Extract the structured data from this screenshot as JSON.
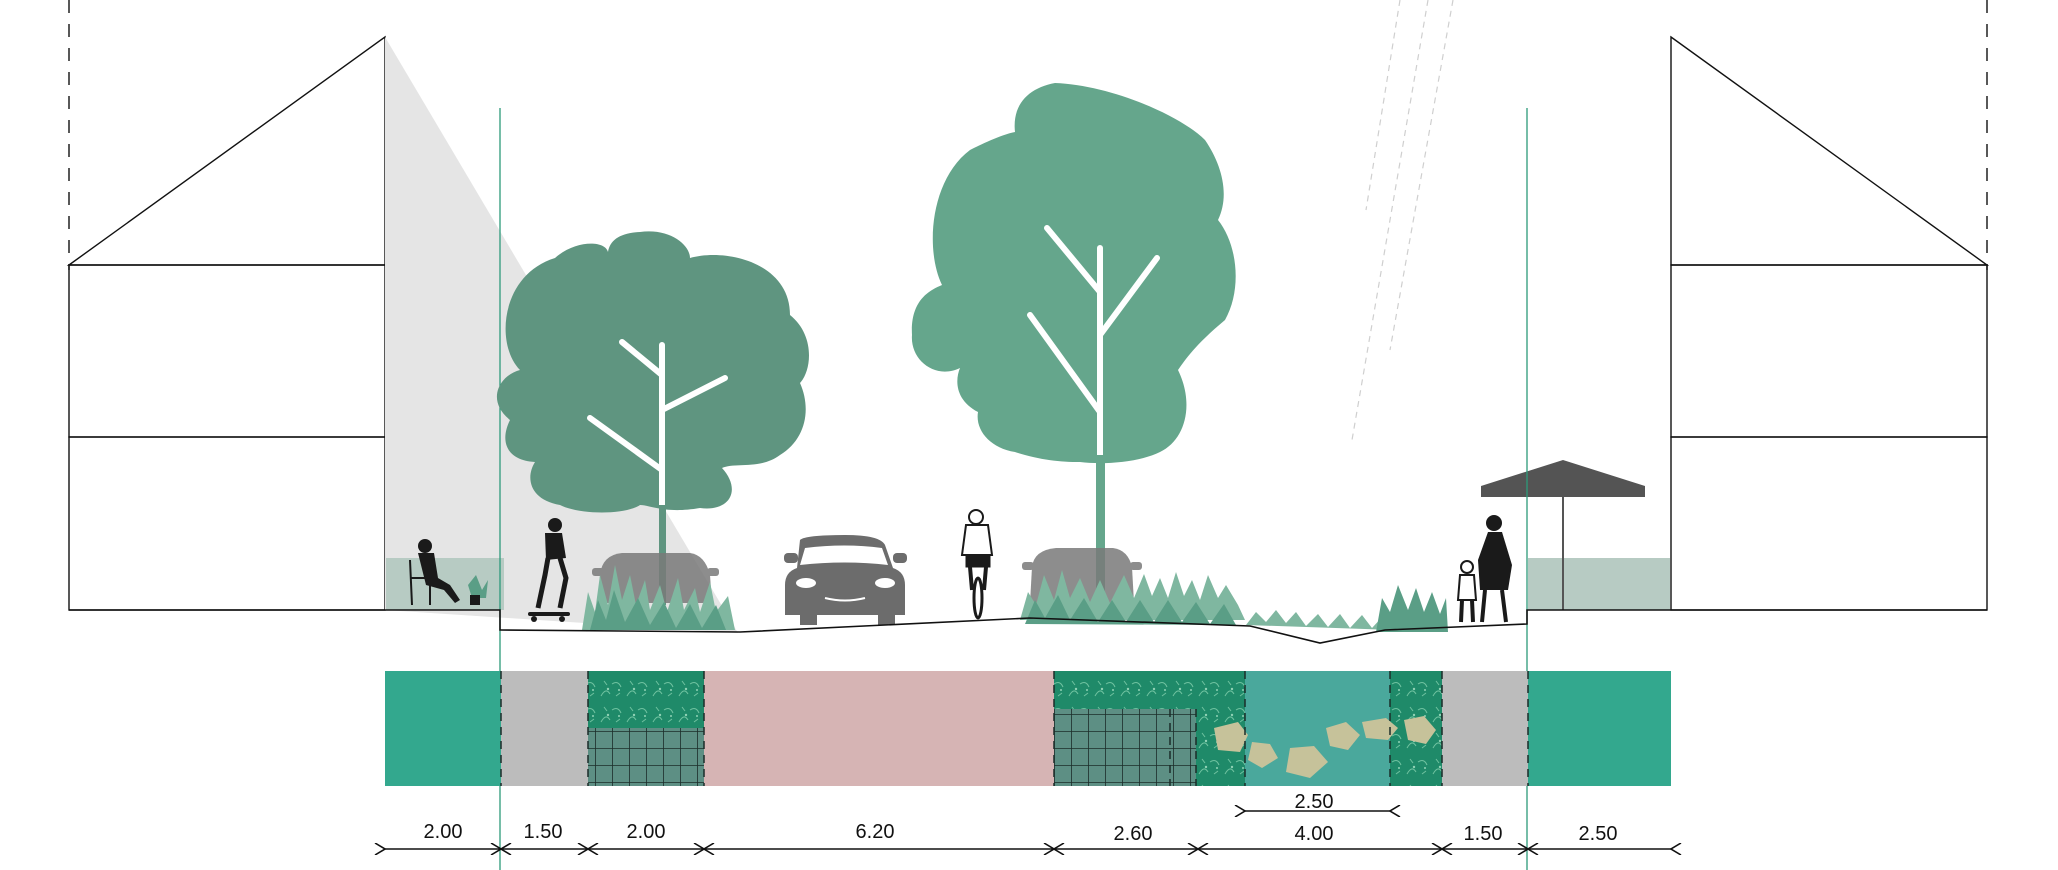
{
  "colors": {
    "green": "#33a88e",
    "grey": "#bcbcbc",
    "pink": "#d6b4b4",
    "planting": "#1e8a6a",
    "water": "#4aa89c",
    "stones": "#c6c29a",
    "tree_dark": "#5f9580",
    "tree_light": "#65a68c",
    "car": "#6c6c6c",
    "shadow": "#e6e6e6",
    "terrace": "#b7cbc3",
    "umbrella": "#555555"
  },
  "elements": {
    "people": [
      "person-sitting",
      "skateboarder",
      "cyclist",
      "adult-walking",
      "child-walking"
    ],
    "vehicles": [
      "car-parked-left",
      "car-driving",
      "car-parked-right"
    ],
    "trees": [
      "tree-left",
      "tree-center"
    ]
  },
  "dimensions": {
    "top": [
      "2.50"
    ],
    "bottom": [
      "2.00",
      "1.50",
      "2.00",
      "6.20",
      "2.60",
      "4.00",
      "1.50",
      "2.50"
    ]
  }
}
